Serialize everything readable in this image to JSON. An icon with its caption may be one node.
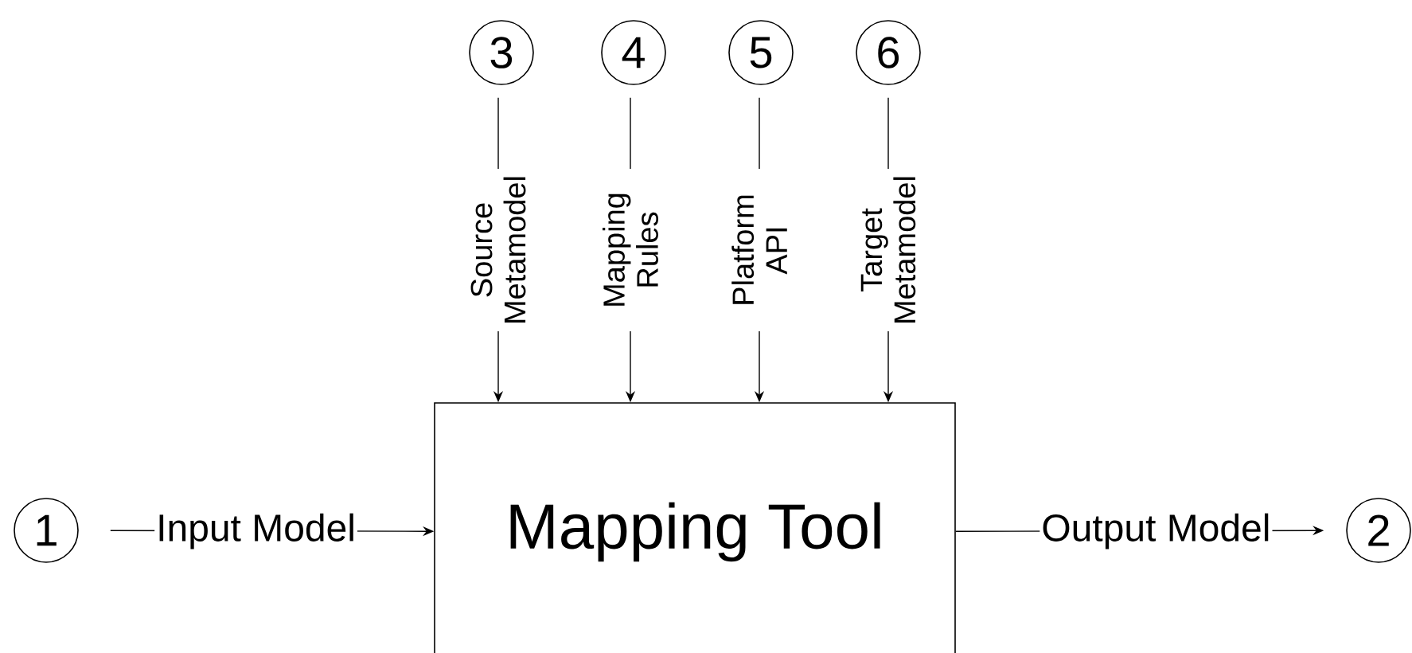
{
  "diagram": {
    "nodes": [
      {
        "text": [
          "Mapping Tool"
        ]
      },
      {
        "text": [
          "1"
        ]
      },
      {
        "text": [
          "2"
        ]
      },
      {
        "text": [
          "3"
        ]
      },
      {
        "text": [
          "4"
        ]
      },
      {
        "text": [
          "5"
        ]
      },
      {
        "text": [
          "6"
        ]
      }
    ],
    "edges": [
      {
        "from": 1,
        "to": 0,
        "arrow": "to",
        "label": "Input Model"
      },
      {
        "from": 0,
        "to": 2,
        "arrow": "to",
        "label": "Output Model"
      },
      {
        "from": 3,
        "to": 0,
        "arrow": "to",
        "label": "Source Metamodel"
      },
      {
        "from": 4,
        "to": 0,
        "arrow": "to",
        "label": "Mapping Rules"
      },
      {
        "from": 5,
        "to": 0,
        "arrow": "to",
        "label": "Platform API"
      },
      {
        "from": 6,
        "to": 0,
        "arrow": "to",
        "label": "Target Metamodel"
      }
    ]
  }
}
